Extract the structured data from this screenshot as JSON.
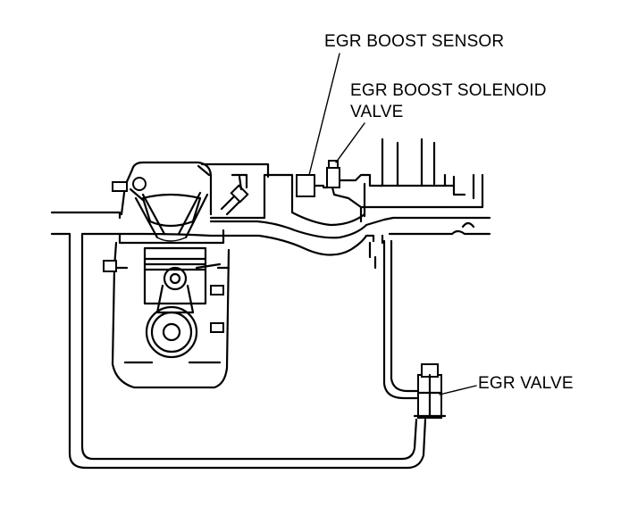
{
  "labels": {
    "egr_boost_sensor": "EGR BOOST SENSOR",
    "egr_boost_solenoid_line1": "EGR BOOST SOLENOID",
    "egr_boost_solenoid_line2": "VALVE",
    "egr_valve": "EGR VALVE"
  },
  "colors": {
    "ink": "#000000",
    "background": "#ffffff"
  }
}
